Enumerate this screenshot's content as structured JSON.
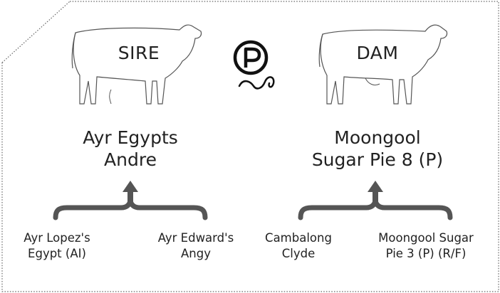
{
  "sire": {
    "label": "SIRE",
    "name_line1": "Ayr Egypts",
    "name_line2": "Andre",
    "sire_line1": "Ayr Lopez's",
    "sire_line2": "Egypt (AI)",
    "dam_line1": "Ayr Edward's",
    "dam_line2": "Angy"
  },
  "dam": {
    "label": "DAM",
    "name_line1": "Moongool",
    "name_line2": "Sugar Pie 8 (P)",
    "sire_line1": "Cambalong",
    "sire_line2": "Clyde",
    "dam_line1": "Moongool Sugar",
    "dam_line2": "Pie 3 (P) (R/F)"
  },
  "poll_symbol": {
    "letter": "P",
    "icon": "poll-symbol-icon"
  },
  "colors": {
    "ink": "#222222",
    "bracket": "#555555",
    "frame": "#666666"
  }
}
